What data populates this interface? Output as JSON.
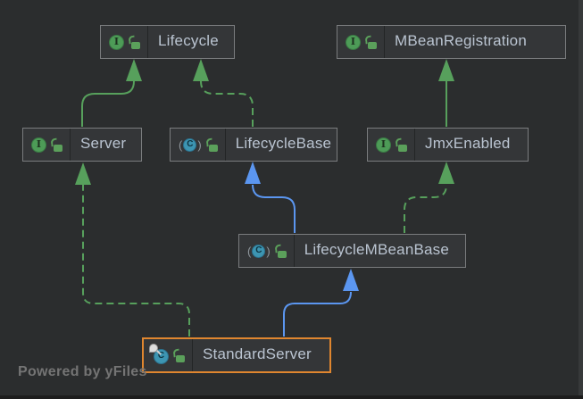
{
  "watermark": "Powered by yFiles",
  "colors": {
    "background": "#2b2d2e",
    "node_fill": "#343638",
    "node_border": "#7a7c7e",
    "label_text": "#bac4d1",
    "edge_green": "#57a05c",
    "edge_blue": "#5b96f0",
    "selection_orange": "#e0862f",
    "interface_icon_green": "#4d9b57",
    "class_icon_teal": "#3d95b2",
    "lock_icon_green": "#5ba05b",
    "watermark_gray": "#747474"
  },
  "nodes": [
    {
      "id": "lifecycle",
      "label": "Lifecycle",
      "kind": "interface",
      "icon_letter": "I",
      "selected": false
    },
    {
      "id": "mbeanregistration",
      "label": "MBeanRegistration",
      "kind": "interface",
      "icon_letter": "I",
      "selected": false
    },
    {
      "id": "server",
      "label": "Server",
      "kind": "interface",
      "icon_letter": "I",
      "selected": false
    },
    {
      "id": "lifecyclebase",
      "label": "LifecycleBase",
      "kind": "abstract-class",
      "icon_letter": "C",
      "paren_open": "(",
      "paren_close": ")",
      "selected": false
    },
    {
      "id": "jmxenabled",
      "label": "JmxEnabled",
      "kind": "interface",
      "icon_letter": "I",
      "selected": false
    },
    {
      "id": "lifecyclembeanbase",
      "label": "LifecycleMBeanBase",
      "kind": "abstract-class",
      "icon_letter": "C",
      "paren_open": "(",
      "paren_close": ")",
      "selected": false
    },
    {
      "id": "standardserver",
      "label": "StandardServer",
      "kind": "class",
      "icon_letter": "C",
      "pinned": true,
      "selected": true
    }
  ],
  "edges": [
    {
      "from": "Server",
      "to": "Lifecycle",
      "relation": "extends",
      "line": "solid",
      "color": "green"
    },
    {
      "from": "LifecycleBase",
      "to": "Lifecycle",
      "relation": "implements",
      "line": "dashed",
      "color": "green"
    },
    {
      "from": "JmxEnabled",
      "to": "MBeanRegistration",
      "relation": "extends",
      "line": "solid",
      "color": "green"
    },
    {
      "from": "LifecycleMBeanBase",
      "to": "LifecycleBase",
      "relation": "extends",
      "line": "solid",
      "color": "blue"
    },
    {
      "from": "LifecycleMBeanBase",
      "to": "JmxEnabled",
      "relation": "implements",
      "line": "dashed",
      "color": "green"
    },
    {
      "from": "StandardServer",
      "to": "Server",
      "relation": "implements",
      "line": "dashed",
      "color": "green"
    },
    {
      "from": "StandardServer",
      "to": "LifecycleMBeanBase",
      "relation": "extends",
      "line": "solid",
      "color": "blue"
    }
  ]
}
